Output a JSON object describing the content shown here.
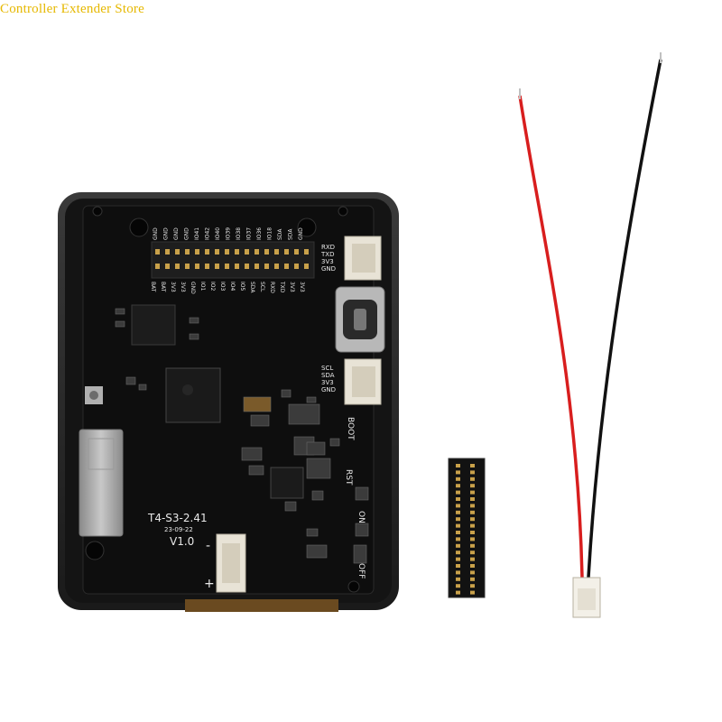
{
  "watermark": {
    "text": "Controller Extender Store"
  },
  "board": {
    "model": "T4-S3-2.41",
    "date": "23-09-22",
    "version": "V1.0",
    "header_top_labels": [
      "GND",
      "GND",
      "GND",
      "GND",
      "IO41",
      "IO42",
      "IO40",
      "IO39",
      "IO38",
      "IO37",
      "IO36",
      "IO18",
      "SDA",
      "SDA",
      "GND"
    ],
    "header_bottom_labels": [
      "BAT",
      "BAT",
      "3V3",
      "3V3",
      "GND",
      "IO1",
      "IO2",
      "IO3",
      "IO4",
      "IO5",
      "SDA",
      "SCL",
      "RXD",
      "TXD",
      "3V3",
      "3V3"
    ],
    "uart_labels": [
      "RXD",
      "TXD",
      "3V3",
      "GND"
    ],
    "i2c_labels": [
      "SCL",
      "SDA",
      "3V3",
      "GND"
    ],
    "button_labels": {
      "boot": "BOOT",
      "rst": "RST",
      "on": "ON",
      "off": "OFF"
    },
    "battery_labels": {
      "minus": "-",
      "plus": "+"
    }
  },
  "colors": {
    "pcb": "#151515",
    "edge": "#2a2a2a",
    "watermark": "#e6b800",
    "wire_red": "#d81e1e",
    "wire_black": "#111111"
  }
}
